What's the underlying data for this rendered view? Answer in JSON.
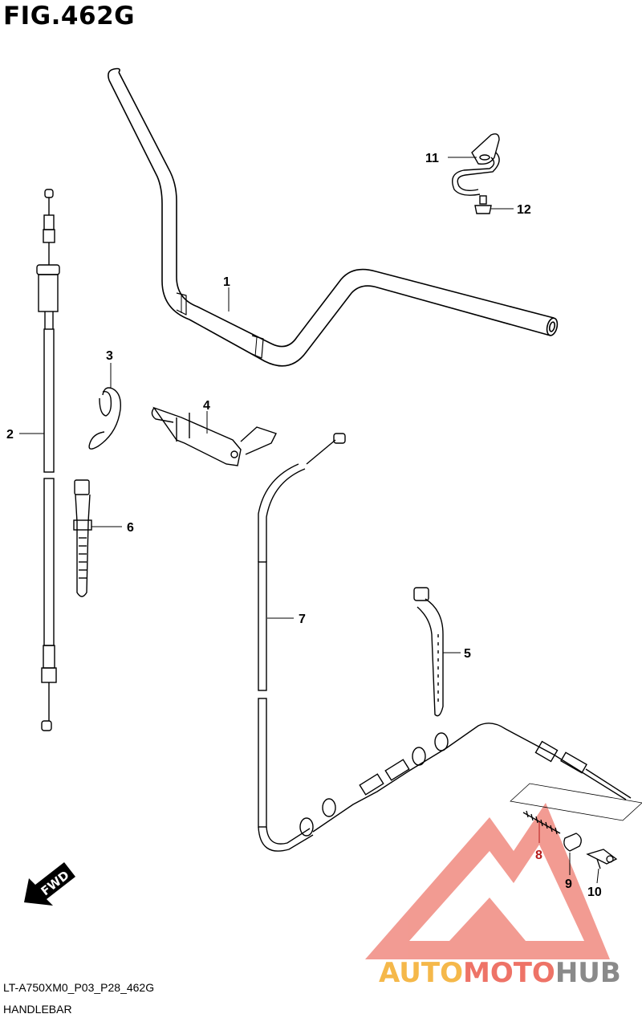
{
  "figure": {
    "title": "FIG.462G",
    "code": "LT-A750XM0_P03_P28_462G",
    "name": "HANDLEBAR"
  },
  "callouts": [
    "1",
    "2",
    "3",
    "4",
    "5",
    "6",
    "7",
    "8",
    "9",
    "10",
    "11",
    "12"
  ],
  "fwd_label": "FWD",
  "watermark": {
    "part1": "AUTO",
    "part2": "MOTO",
    "part3": "HUB",
    "color_orange": "#f5b84a",
    "color_red": "#ee7367",
    "color_gray": "#8a8a8a"
  }
}
